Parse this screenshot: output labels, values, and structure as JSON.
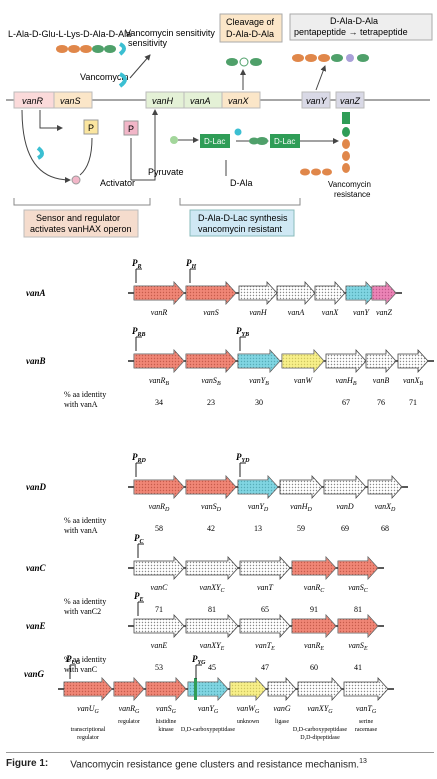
{
  "top": {
    "peptide_label": "L-Ala-D-Glu-L-Lys-D-Ala-D-Ala",
    "vanco_sensitivity": "Vancomycin sensitivity",
    "vancomycin": "Vancomycin",
    "cleavage_line1": "Cleavage of",
    "cleavage_line2": "D-Ala-D-Ala",
    "penta_line1": "D-Ala-D-Ala",
    "penta_line2": "pentapeptide → tetrapeptide",
    "genes": [
      "vanR",
      "vanS",
      "vanH",
      "vanA",
      "vanX",
      "vanY",
      "vanZ"
    ],
    "p_label": "P",
    "activator": "Activator",
    "pyruvate": "Pyruvate",
    "dlac": "D-Lac",
    "dala": "D-Ala",
    "resistance_line1": "Vancomycin",
    "resistance_line2": "resistance",
    "sensor_line1": "Sensor and regulator",
    "sensor_line2": "activates vanHAX operon",
    "synth_line1": "D-Ala-D-Lac synthesis",
    "synth_line2": "vancomycin resistant"
  },
  "clusters": {
    "vanA": {
      "label": "vanA",
      "promoters": [
        "P",
        "P"
      ],
      "promoter_subs": [
        "R",
        "H"
      ],
      "genes": [
        "vanR",
        "vanS",
        "vanH",
        "vanA",
        "vanX",
        "vanY",
        "vanZ"
      ]
    },
    "vanB": {
      "label": "vanB",
      "promoters": [
        "P",
        "P"
      ],
      "promoter_subs": [
        "RB",
        "YB"
      ],
      "genes": [
        "vanR",
        "vanS",
        "vanY",
        "vanW",
        "vanH",
        "vanB",
        "vanX"
      ],
      "gene_subs": [
        "B",
        "B",
        "B",
        "",
        "B",
        "",
        "B"
      ],
      "identity_label1": "% aa identity",
      "identity_label2": "with vanA",
      "identity": [
        "34",
        "23",
        "30",
        "",
        "67",
        "76",
        "71"
      ]
    },
    "vanD": {
      "label": "vanD",
      "promoters": [
        "P",
        "P"
      ],
      "promoter_subs": [
        "RD",
        "YD"
      ],
      "genes": [
        "vanR",
        "vanS",
        "vanY",
        "vanH",
        "vanD",
        "vanX"
      ],
      "gene_subs": [
        "D",
        "D",
        "D",
        "D",
        "",
        "D"
      ],
      "identity_label1": "% aa identity",
      "identity_label2": "with vanA",
      "identity": [
        "58",
        "42",
        "13",
        "59",
        "69",
        "68"
      ]
    },
    "vanC": {
      "label": "vanC",
      "promoters": [
        "P"
      ],
      "promoter_subs": [
        "C"
      ],
      "genes": [
        "vanC",
        "vanXY",
        "vanT",
        "vanR",
        "vanS"
      ],
      "gene_subs": [
        "",
        "C",
        "",
        "C",
        "C"
      ],
      "identity_label1": "% aa identity",
      "identity_label2": "with vanC2",
      "identity": [
        "71",
        "81",
        "65",
        "91",
        "81"
      ]
    },
    "vanE": {
      "label": "vanE",
      "promoters": [
        "P"
      ],
      "promoter_subs": [
        "E"
      ],
      "genes": [
        "vanE",
        "vanXY",
        "vanT",
        "vanR",
        "vanS"
      ],
      "gene_subs": [
        "",
        "E",
        "E",
        "E",
        "E"
      ],
      "identity_label1": "% aa identity",
      "identity_label2": "with vanC",
      "identity": [
        "53",
        "45",
        "47",
        "60",
        "41"
      ]
    },
    "vanG": {
      "label": "vanG",
      "promoters": [
        "P",
        "P"
      ],
      "promoter_subs": [
        "UG",
        "YG"
      ],
      "genes": [
        "vanU",
        "vanR",
        "vanS",
        "vanY",
        "vanW",
        "vanG",
        "vanXY",
        "vanT"
      ],
      "gene_subs": [
        "G",
        "G",
        "G",
        "G",
        "G",
        "",
        "G",
        "G"
      ],
      "roles": [
        "transcriptional regulator",
        "regulator",
        "histidine kinase",
        "D,D-carboxypeptidase",
        "unknown",
        "ligase",
        "D,D-carboxypeptidase D,D-dipeptidase",
        "serine racemase"
      ]
    }
  },
  "caption": {
    "label": "Figure 1:",
    "text": "Vancomycin resistance gene clusters and resistance mechanism.",
    "ref": "13"
  },
  "colors": {
    "red": "#e8452c",
    "blue": "#2b3c8f",
    "cyan": "#3bbfd2",
    "yellow": "#f3e64a",
    "magenta": "#e0418f",
    "green": "#2f9d57"
  }
}
